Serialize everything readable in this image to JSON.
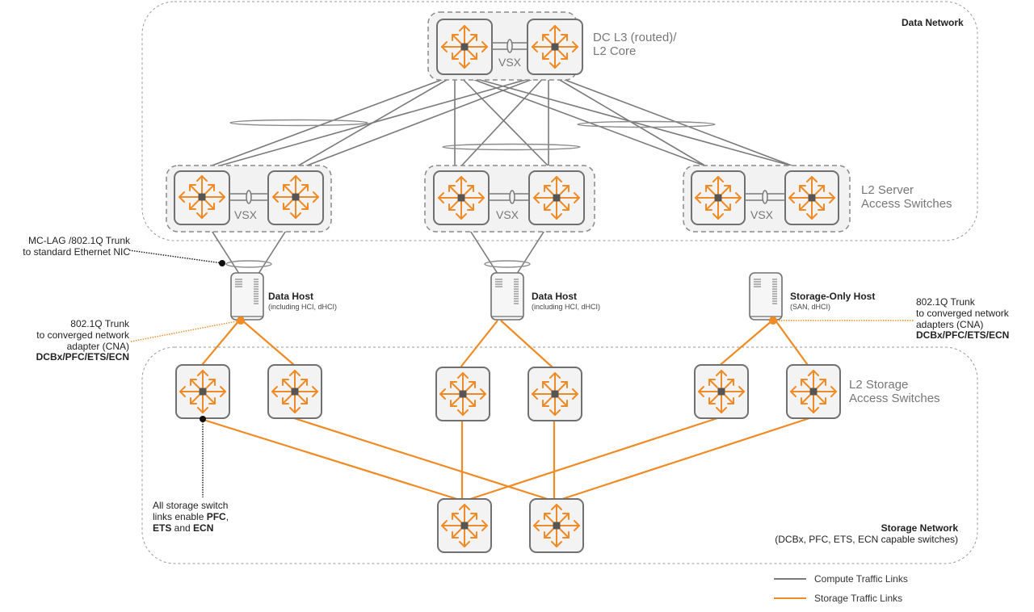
{
  "zones": {
    "data_network": {
      "title": "Data Network"
    },
    "storage_network": {
      "title": "Storage Network",
      "subtitle": "(DCBx, PFC, ETS, ECN capable switches)"
    }
  },
  "tiers": {
    "core": {
      "label_line1": "DC L3 (routed)/",
      "label_line2": "L2 Core",
      "pair_label": "VSX"
    },
    "server_access": {
      "label_line1": "L2 Server",
      "label_line2": "Access Switches",
      "pair_label": "VSX"
    },
    "storage_access": {
      "label_line1": "L2 Storage",
      "label_line2": "Access Switches"
    }
  },
  "hosts": [
    {
      "title": "Data Host",
      "subtitle": "(including HCI, dHCI)"
    },
    {
      "title": "Data Host",
      "subtitle": "(including HCI, dHCI)"
    },
    {
      "title": "Storage-Only Host",
      "subtitle": "(SAN, dHCI)"
    }
  ],
  "callouts": {
    "mclag": {
      "line1": "MC-LAG /802.1Q Trunk",
      "line2": "to standard Ethernet NIC"
    },
    "cna_left": {
      "line1": "802.1Q Trunk",
      "line2": "to converged network",
      "line3": "adapter (CNA)",
      "line4": "DCBx/PFC/ETS/ECN"
    },
    "cna_right": {
      "line1": "802.1Q Trunk",
      "line2": "to converged network",
      "line3": "adapters (CNA)",
      "line4": "DCBx/PFC/ETS/ECN"
    },
    "storage_links": {
      "pre1": "All storage switch",
      "pre2": "links enable ",
      "b1": "PFC",
      "c1": ",",
      "b2": "ETS",
      "mid": " and ",
      "b3": "ECN"
    }
  },
  "legend": [
    {
      "label": "Compute Traffic Links",
      "color": "#7a7a7a"
    },
    {
      "label": "Storage Traffic Links",
      "color": "#f08a24"
    }
  ],
  "colors": {
    "switch_icon": "#f08a24",
    "switch_border": "#707070",
    "switch_fill": "#f3f3f3",
    "compute_link": "#7a7a7a",
    "storage_link": "#f08a24",
    "zone_border": "#9a9a9a"
  }
}
